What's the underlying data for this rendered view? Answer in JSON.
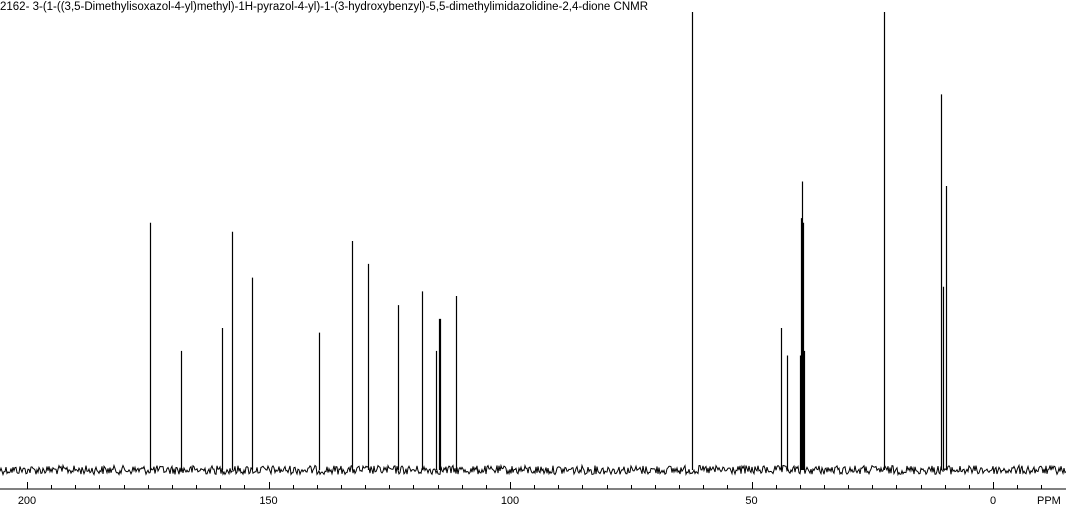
{
  "title": "2162- 3-(1-((3,5-Dimethylisoxazol-4-yl)methyl)-1H-pyrazol-4-yl)-1-(3-hydroxybenzyl)-5,5-dimethylimidazolidine-2,4-dione CNMR",
  "chart_data": {
    "type": "line",
    "title": "2162- 3-(1-((3,5-Dimethylisoxazol-4-yl)methyl)-1H-pyrazol-4-yl)-1-(3-hydroxybenzyl)-5,5-dimethylimidazolidine-2,4-dione CNMR",
    "xlabel": "PPM",
    "ylabel": "",
    "x_reversed": true,
    "xlim": [
      -12,
      205
    ],
    "ylim": [
      0,
      100
    ],
    "x_ticks": [
      200,
      150,
      100,
      50,
      0
    ],
    "x_tick_labels": [
      "200",
      "150",
      "100",
      "50",
      "0"
    ],
    "grid": false,
    "legend": "none",
    "peaks": [
      {
        "x": 174.5,
        "y": 54
      },
      {
        "x": 168.2,
        "y": 26
      },
      {
        "x": 159.6,
        "y": 31
      },
      {
        "x": 157.5,
        "y": 52
      },
      {
        "x": 153.5,
        "y": 42
      },
      {
        "x": 139.6,
        "y": 30
      },
      {
        "x": 132.7,
        "y": 50
      },
      {
        "x": 129.5,
        "y": 45
      },
      {
        "x": 123.2,
        "y": 36
      },
      {
        "x": 118.3,
        "y": 39
      },
      {
        "x": 115.3,
        "y": 26
      },
      {
        "x": 114.8,
        "y": 33
      },
      {
        "x": 114.5,
        "y": 33
      },
      {
        "x": 111.2,
        "y": 38
      },
      {
        "x": 62.4,
        "y": 100
      },
      {
        "x": 43.9,
        "y": 31
      },
      {
        "x": 42.6,
        "y": 25
      },
      {
        "x": 40.0,
        "y": 25
      },
      {
        "x": 39.8,
        "y": 55
      },
      {
        "x": 39.6,
        "y": 63
      },
      {
        "x": 39.4,
        "y": 54
      },
      {
        "x": 39.2,
        "y": 26
      },
      {
        "x": 22.6,
        "y": 100
      },
      {
        "x": 10.7,
        "y": 82
      },
      {
        "x": 10.4,
        "y": 40
      },
      {
        "x": 9.7,
        "y": 62
      }
    ]
  }
}
